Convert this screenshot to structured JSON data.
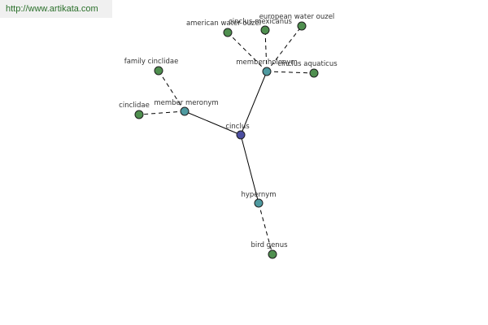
{
  "watermark": "http://www.artikata.com",
  "colors": {
    "center": "#4b4ea0",
    "relation": "#4f9aa0",
    "leaf": "#4f8f4f"
  },
  "nodes": [
    {
      "id": "cinclus",
      "label": "cinclus",
      "kind": "center"
    },
    {
      "id": "member-holonym",
      "label": "member holonym",
      "kind": "relation"
    },
    {
      "id": "member-meronym",
      "label": "member meronym",
      "kind": "relation"
    },
    {
      "id": "hypernym",
      "label": "hypernym",
      "kind": "relation"
    },
    {
      "id": "american-water-ouzel",
      "label": "american water ouzel",
      "kind": "leaf"
    },
    {
      "id": "cinclus-mexicanus",
      "label": "cinclus mexicanus",
      "kind": "leaf"
    },
    {
      "id": "european-water-ouzel",
      "label": "european water ouzel",
      "kind": "leaf"
    },
    {
      "id": "cinclus-aquaticus",
      "label": "cinclus aquaticus",
      "kind": "leaf"
    },
    {
      "id": "family-cinclidae",
      "label": "family cinclidae",
      "kind": "leaf"
    },
    {
      "id": "cinclidae",
      "label": "cinclidae",
      "kind": "leaf"
    },
    {
      "id": "bird-genus",
      "label": "bird genus",
      "kind": "leaf"
    }
  ],
  "edges": [
    {
      "from": "cinclus",
      "to": "member-holonym",
      "style": "solid"
    },
    {
      "from": "cinclus",
      "to": "member-meronym",
      "style": "solid"
    },
    {
      "from": "cinclus",
      "to": "hypernym",
      "style": "solid"
    },
    {
      "from": "member-holonym",
      "to": "american-water-ouzel",
      "style": "dashed"
    },
    {
      "from": "member-holonym",
      "to": "cinclus-mexicanus",
      "style": "dashed"
    },
    {
      "from": "member-holonym",
      "to": "european-water-ouzel",
      "style": "dashed"
    },
    {
      "from": "member-holonym",
      "to": "cinclus-aquaticus",
      "style": "dashed"
    },
    {
      "from": "member-meronym",
      "to": "family-cinclidae",
      "style": "dashed"
    },
    {
      "from": "member-meronym",
      "to": "cinclidae",
      "style": "dashed"
    },
    {
      "from": "hypernym",
      "to": "bird-genus",
      "style": "dashed"
    }
  ]
}
